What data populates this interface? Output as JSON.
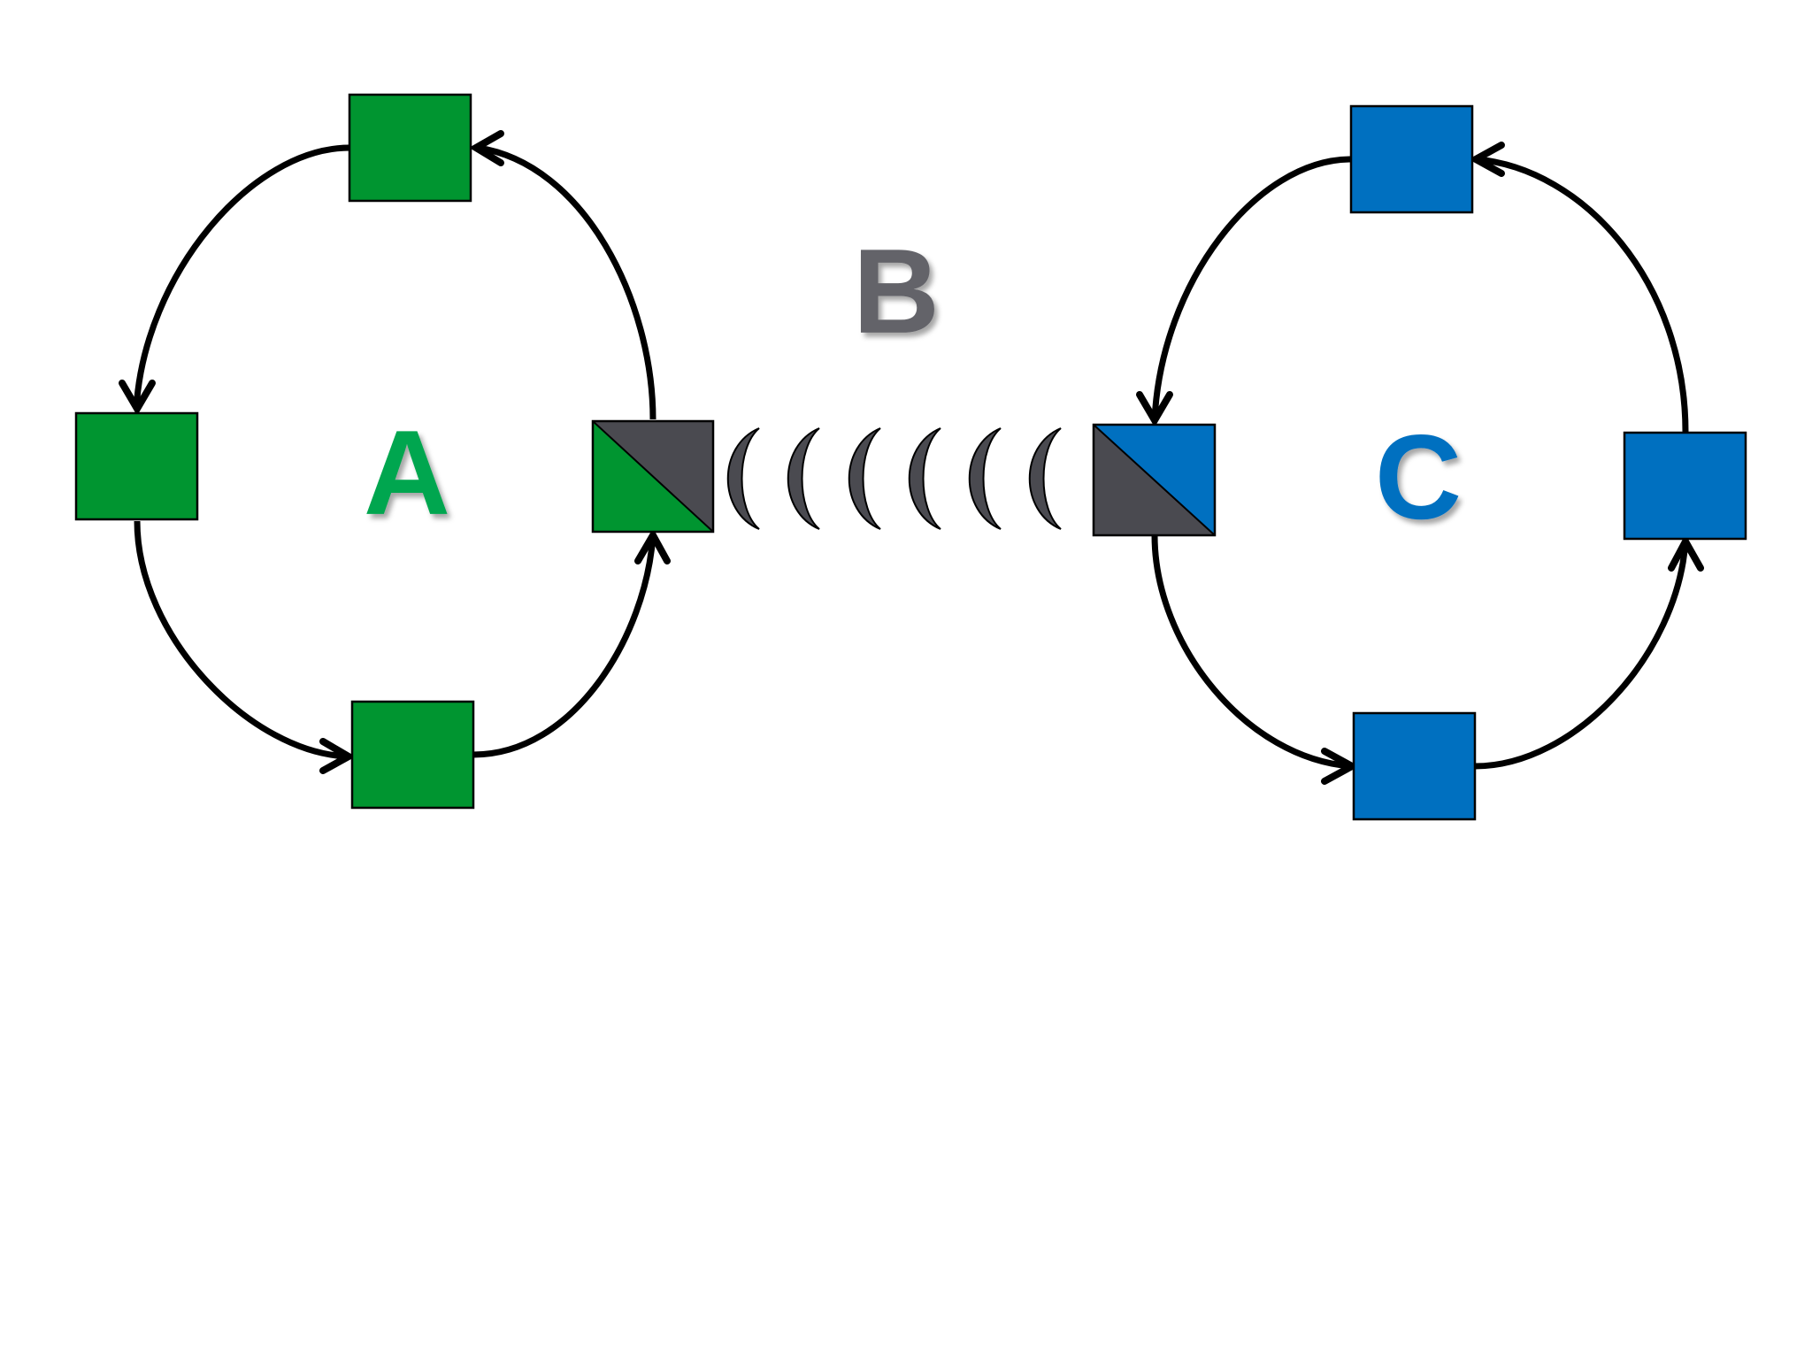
{
  "labels": {
    "a": "A",
    "b": "B",
    "c": "C"
  },
  "colors": {
    "green": "#009530",
    "blue": "#0070C0",
    "dark": "#4A4A50",
    "label_b": "#646469",
    "label_a": "#00A64F",
    "label_c": "#0070C0",
    "stroke": "#000000"
  }
}
